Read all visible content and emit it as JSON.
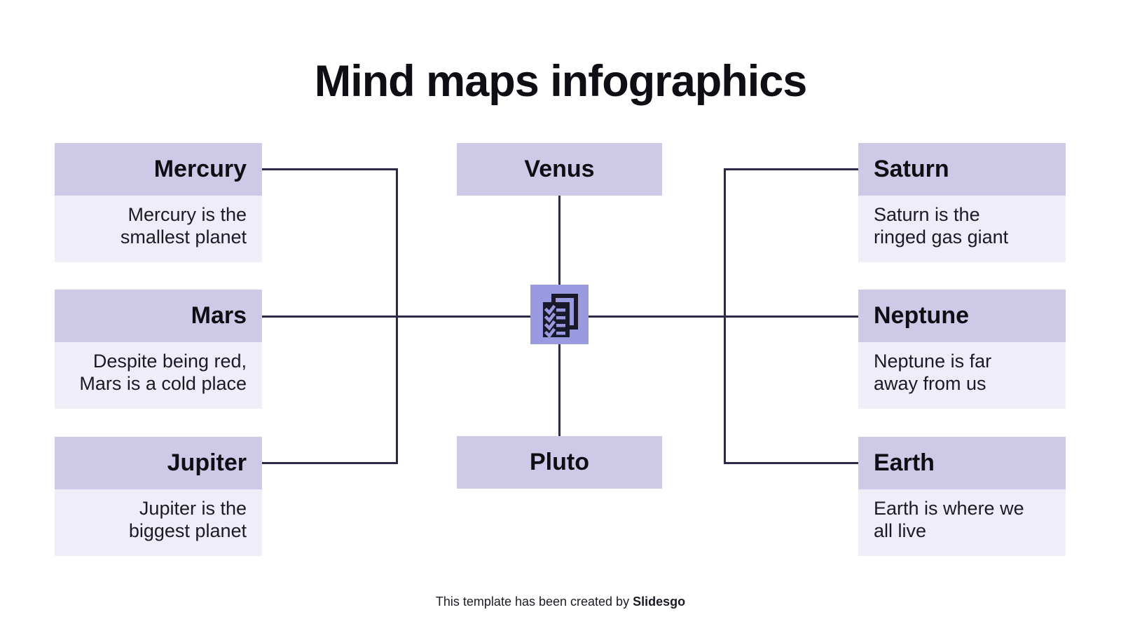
{
  "title": "Mind maps infographics",
  "colors": {
    "page-bg": "#ffffff",
    "header-bg": "#cdc9e7",
    "body-bg": "#efedf8",
    "icon-bg": "#9a9ae0",
    "icon-ink": "#191929",
    "connector": "#2b2b49",
    "title-text": "#0e0e14",
    "body-text": "#1b1b24"
  },
  "icons": {
    "center": "checklist-document-icon"
  },
  "nodes": {
    "mercury": {
      "title": "Mercury",
      "description": "Mercury is the\nsmallest planet"
    },
    "mars": {
      "title": "Mars",
      "description": "Despite being red,\nMars is a cold place"
    },
    "jupiter": {
      "title": "Jupiter",
      "description": "Jupiter is the\nbiggest planet"
    },
    "venus": {
      "title": "Venus"
    },
    "pluto": {
      "title": "Pluto"
    },
    "saturn": {
      "title": "Saturn",
      "description": "Saturn is the\nringed gas giant"
    },
    "neptune": {
      "title": "Neptune",
      "description": "Neptune is far\naway from us"
    },
    "earth": {
      "title": "Earth",
      "description": "Earth is where we\nall live"
    }
  },
  "footer": {
    "text": "This template has been created by ",
    "brand": "Slidesgo"
  }
}
